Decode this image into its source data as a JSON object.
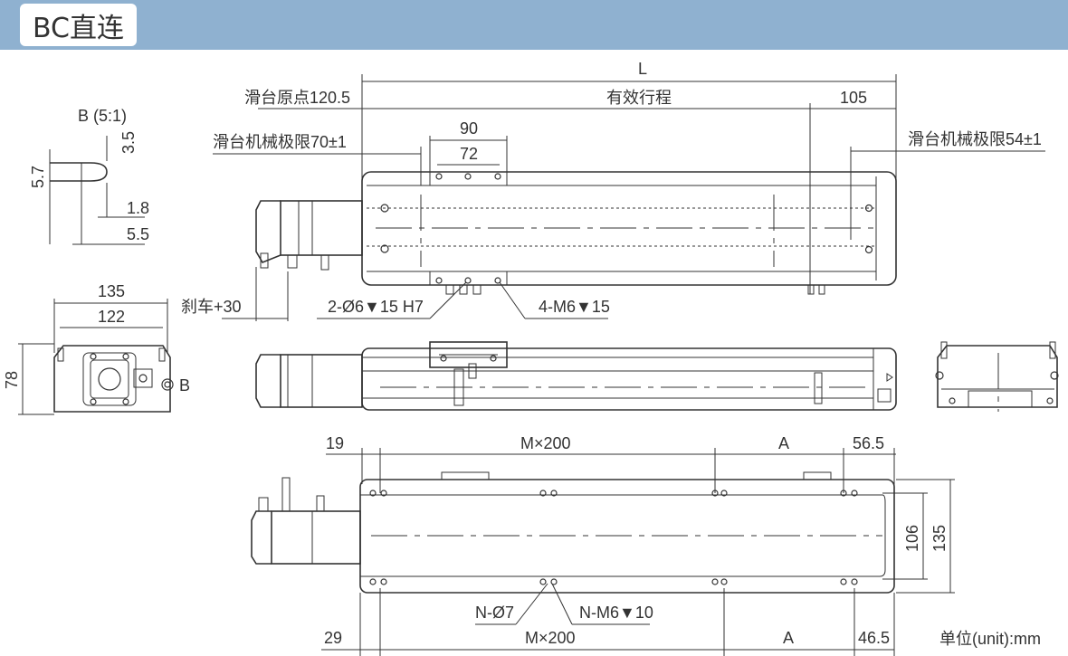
{
  "header": {
    "title": "BC直连"
  },
  "top_view": {
    "dim_L": "L",
    "slide_origin": "滑台原点120.5",
    "stroke": "有效行程",
    "dim_105": "105",
    "dim_90": "90",
    "dim_72": "72",
    "mech_limit_left": "滑台机械极限70±1",
    "mech_limit_right": "滑台机械极限54±1",
    "brake": "刹车+30",
    "pin_holes": "2-Ø6▼15  H7",
    "tap_holes": "4-M6▼15"
  },
  "detail_b": {
    "title": "B (5:1)",
    "d35": "3.5",
    "d57": "5.7",
    "d18": "1.8",
    "d55": "5.5"
  },
  "end_view": {
    "d135": "135",
    "d122": "122",
    "d78": "78",
    "label_b": "B"
  },
  "bottom_view": {
    "d19": "19",
    "m200_top": "M×200",
    "a_top": "A",
    "d565": "56.5",
    "d106": "106",
    "d135": "135",
    "n07": "N-Ø7",
    "nm6": "N-M6▼10",
    "d29": "29",
    "m200_bottom": "M×200",
    "a_bottom": "A",
    "d465": "46.5"
  },
  "footer": {
    "unit": "单位(unit):mm"
  }
}
